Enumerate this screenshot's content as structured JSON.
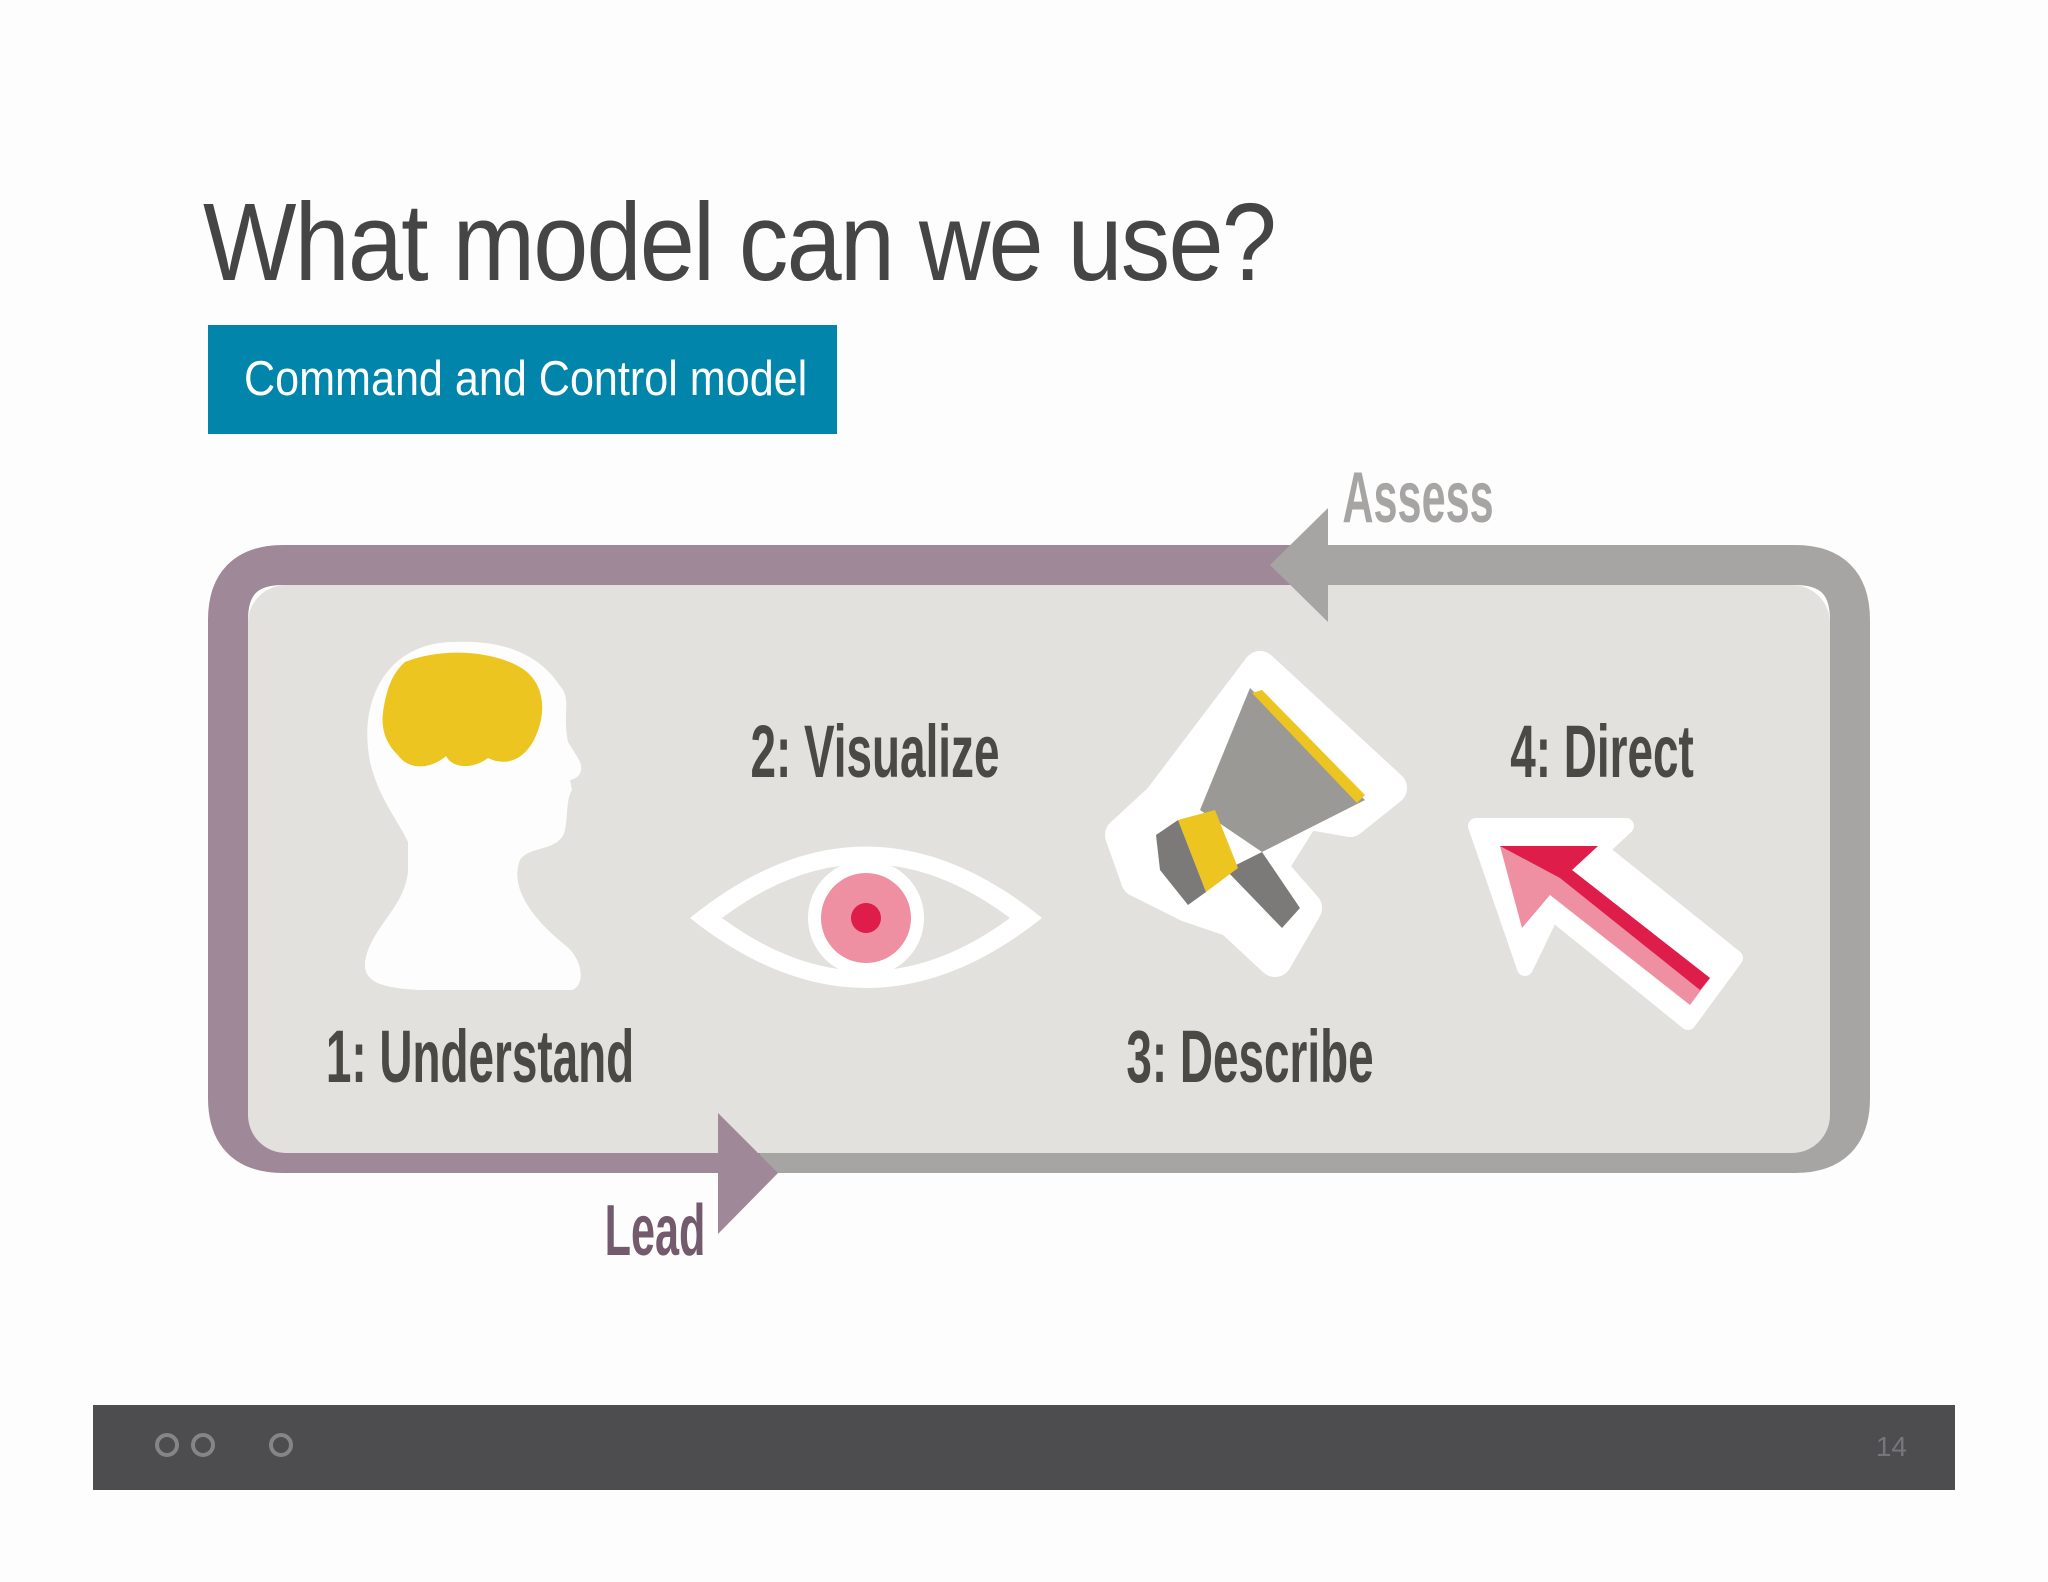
{
  "slide": {
    "title": "What model can we use?",
    "subtitle": "Command and Control model"
  },
  "diagram": {
    "steps": [
      {
        "label": "1: Understand",
        "icon": "head-brain-icon"
      },
      {
        "label": "2: Visualize",
        "icon": "eye-icon"
      },
      {
        "label": "3: Describe",
        "icon": "megaphone-icon"
      },
      {
        "label": "4: Direct",
        "icon": "arrow-cursor-icon"
      }
    ],
    "loop_labels": {
      "assess": "Assess",
      "lead": "Lead"
    }
  },
  "footer": {
    "page_number": "14"
  },
  "colors": {
    "title_text": "#454545",
    "subtitle_bg": "#0285ab",
    "loop_purple": "#9f8898",
    "loop_gray": "#a7a5a3",
    "panel_bg": "#e2e1de",
    "label_text": "#4a4944",
    "lead_text": "#735a6d",
    "brain_yellow": "#ecc520",
    "eye_pink": "#ef8fa2",
    "arrow_red": "#de1d4b",
    "footer_bg": "#4d4c4e"
  }
}
